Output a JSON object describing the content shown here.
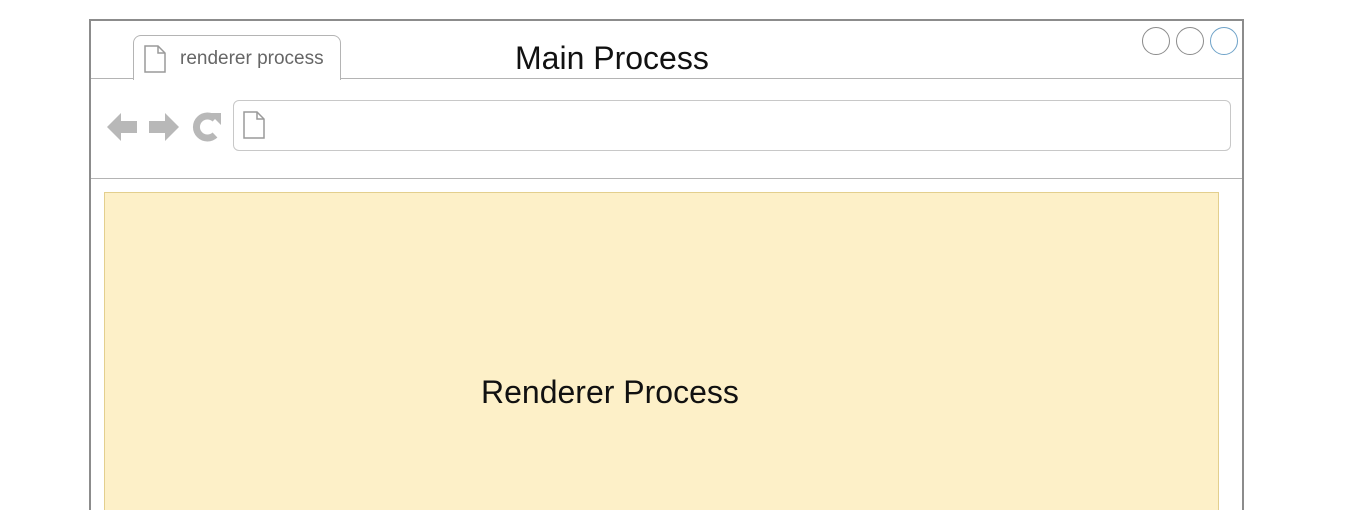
{
  "window": {
    "title": "Main Process",
    "controls": [
      "minimize-icon",
      "restore-icon",
      "maximize-icon"
    ]
  },
  "tab": {
    "label": "renderer process",
    "icon": "document-icon"
  },
  "nav": {
    "icons": [
      "back-arrow-icon",
      "forward-arrow-icon",
      "reload-icon"
    ]
  },
  "address_bar": {
    "icon": "document-icon",
    "value": ""
  },
  "content": {
    "label": "Renderer Process"
  },
  "colors": {
    "content_background": "#fdf0c8",
    "content_border": "#e3cf8e",
    "frame_border": "#8c8c8c",
    "icon_gray": "#b8b8b8",
    "active_control": "#6fa3c9"
  }
}
